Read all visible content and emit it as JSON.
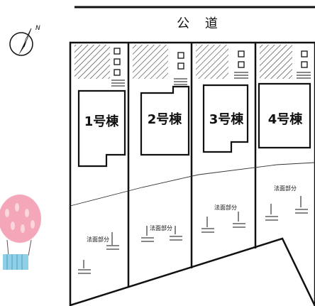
{
  "road": {
    "label": "公 道"
  },
  "compass": {
    "letter": "N"
  },
  "lots": [
    {
      "building_label": "1号棟",
      "slope_label": "法面部分"
    },
    {
      "building_label": "2号棟",
      "slope_label": "法面部分"
    },
    {
      "building_label": "3号棟",
      "slope_label": "法面部分"
    },
    {
      "building_label": "4号棟",
      "slope_label": "法面部分"
    }
  ],
  "colors": {
    "line": "#111111",
    "balloon_pink": "#f4a7b9",
    "balloon_basket": "#8fd0e6"
  },
  "icons": [
    "north-arrow-icon",
    "hot-air-balloon-icon",
    "parking-hatch-icon",
    "meter-box-icon",
    "slope-hatch-icon"
  ]
}
